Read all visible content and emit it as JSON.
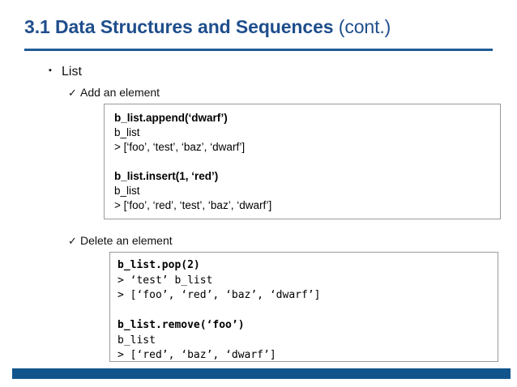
{
  "slide": {
    "title_main": "3.1 Data Structures and Sequences",
    "title_sub": " (cont.)",
    "title_color": "#1f4e8c",
    "rule_color": "#1f5c96",
    "footer_color": "#12558c",
    "border_color": "#9a9a9a"
  },
  "bullets": {
    "level1": {
      "marker": "▪",
      "label": "List"
    },
    "add": {
      "marker": "✓",
      "label": "Add an element"
    },
    "delete": {
      "marker": "✓",
      "label": "Delete an element"
    }
  },
  "code_blocks": [
    {
      "name": "add-element-code",
      "font": "sans",
      "lines": [
        {
          "text": "b_list.append(‘dwarf’)",
          "bold": true
        },
        {
          "text": "b_list",
          "bold": false
        },
        {
          "text": "> [‘foo’, ‘test’, ‘baz’, ‘dwarf’]",
          "bold": false
        },
        {
          "text": " ",
          "bold": false
        },
        {
          "text": "b_list.insert(1, ‘red’)",
          "bold": true
        },
        {
          "text": "b_list",
          "bold": false
        },
        {
          "text": "> [‘foo’, ‘red’, ‘test’, ‘baz’, ‘dwarf’]",
          "bold": false
        }
      ]
    },
    {
      "name": "delete-element-code",
      "font": "mono",
      "lines": [
        {
          "text": "b_list.pop(2)",
          "bold": true
        },
        {
          "text": "> ‘test’ b_list",
          "bold": false
        },
        {
          "text": "> [‘foo’, ‘red’, ‘baz’, ‘dwarf’]",
          "bold": false
        },
        {
          "text": " ",
          "bold": false
        },
        {
          "text": "b_list.remove(‘foo’)",
          "bold": true
        },
        {
          "text": "b_list",
          "bold": false
        },
        {
          "text": "> [‘red’, ‘baz’, ‘dwarf’]",
          "bold": false
        }
      ]
    }
  ]
}
